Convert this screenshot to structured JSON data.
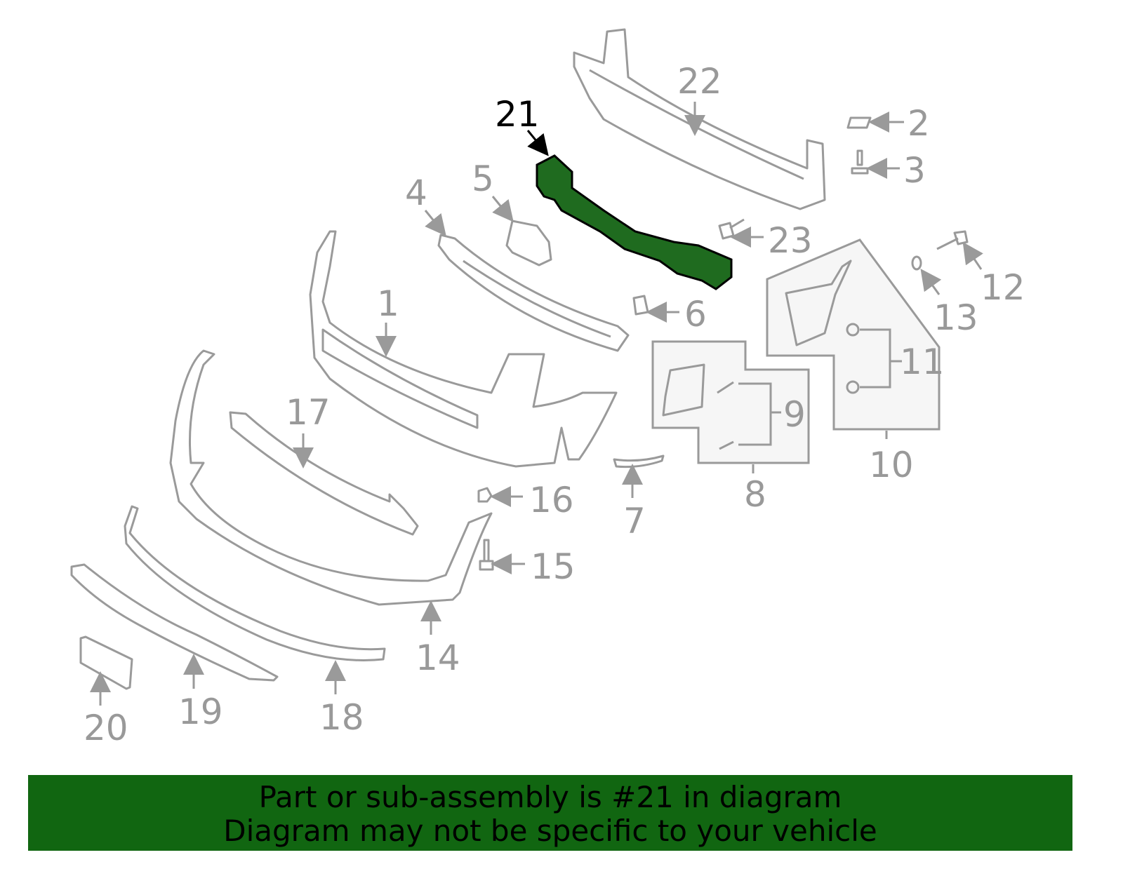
{
  "diagram": {
    "highlight_color": "#1f6b1f",
    "line_color": "#9a9a9a",
    "highlighted_part": "21",
    "callouts": [
      "1",
      "2",
      "3",
      "4",
      "5",
      "6",
      "7",
      "8",
      "9",
      "10",
      "11",
      "12",
      "13",
      "14",
      "15",
      "16",
      "17",
      "18",
      "19",
      "20",
      "21",
      "22",
      "23"
    ]
  },
  "banner": {
    "background": "#116611",
    "line1": "Part or sub-assembly is #21 in diagram",
    "line2": "Diagram may not be specific to your vehicle"
  }
}
